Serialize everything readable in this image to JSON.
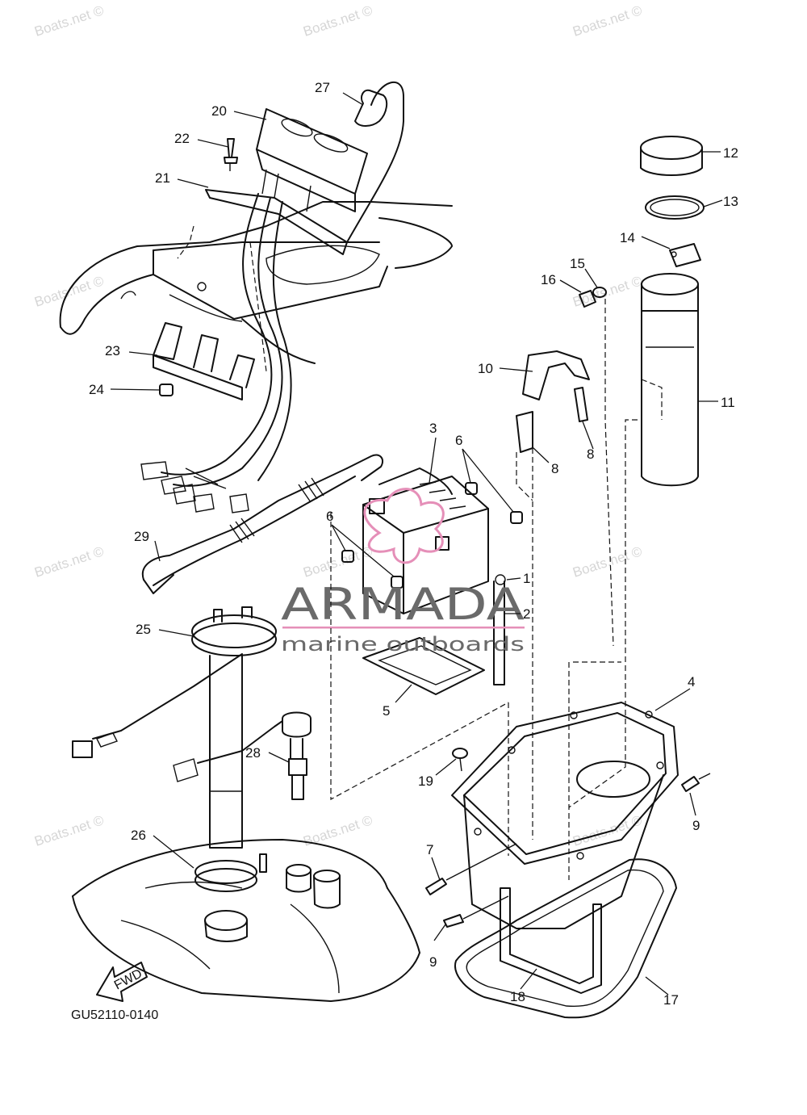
{
  "diagram": {
    "figure_code": "GU52110-0140",
    "fwd_label": "FWD",
    "watermark_text": "Boats.net ©",
    "brand": {
      "name": "ARMADA",
      "tagline": "marine outboards",
      "accent_color": "#e58fb8",
      "text_color": "#6a6a6a"
    },
    "callouts": [
      "1",
      "2",
      "3",
      "4",
      "5",
      "6",
      "6",
      "7",
      "8",
      "8",
      "9",
      "9",
      "10",
      "11",
      "12",
      "13",
      "14",
      "15",
      "16",
      "17",
      "18",
      "19",
      "20",
      "21",
      "22",
      "23",
      "24",
      "25",
      "26",
      "27",
      "28",
      "29"
    ]
  }
}
